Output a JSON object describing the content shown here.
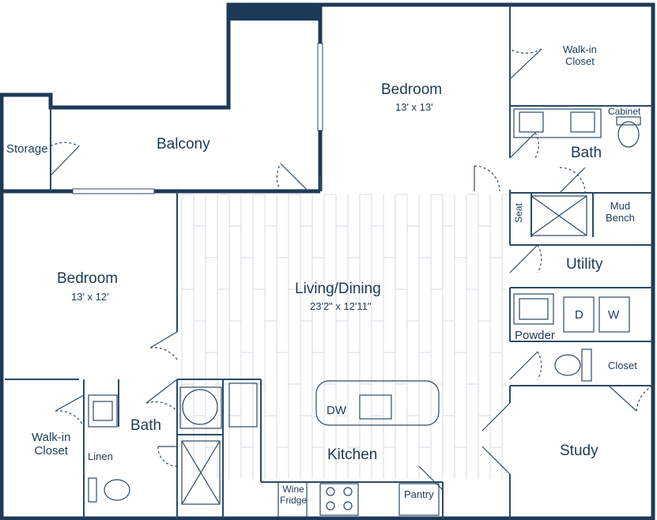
{
  "colors": {
    "wall": "#1c3a57",
    "line": "#2c4a66",
    "floor_line": "#d4dbe3"
  },
  "rooms": {
    "storage": "Storage",
    "balcony": "Balcony",
    "bedroom_main": {
      "name": "Bedroom",
      "size": "13' x 13'"
    },
    "walkin_closet_top": "Walk-in\nCloset",
    "cabinet": "Cabinet",
    "bath_top": "Bath",
    "seat": "Seat",
    "mud_bench": "Mud\nBench",
    "utility": "Utility",
    "dryer": "D",
    "washer": "W",
    "powder": "Powder",
    "closet_right": "Closet",
    "study": "Study",
    "living_dining": {
      "name": "Living/Dining",
      "size": "23'2\" x 12'11\""
    },
    "dw": "DW",
    "kitchen": "Kitchen",
    "wine_fridge": "Wine\nFridge",
    "pantry": "Pantry",
    "bedroom_left": {
      "name": "Bedroom",
      "size": "13' x 12'"
    },
    "bath_left": "Bath",
    "walkin_closet_left": "Walk-in\nCloset",
    "linen": "Linen"
  }
}
